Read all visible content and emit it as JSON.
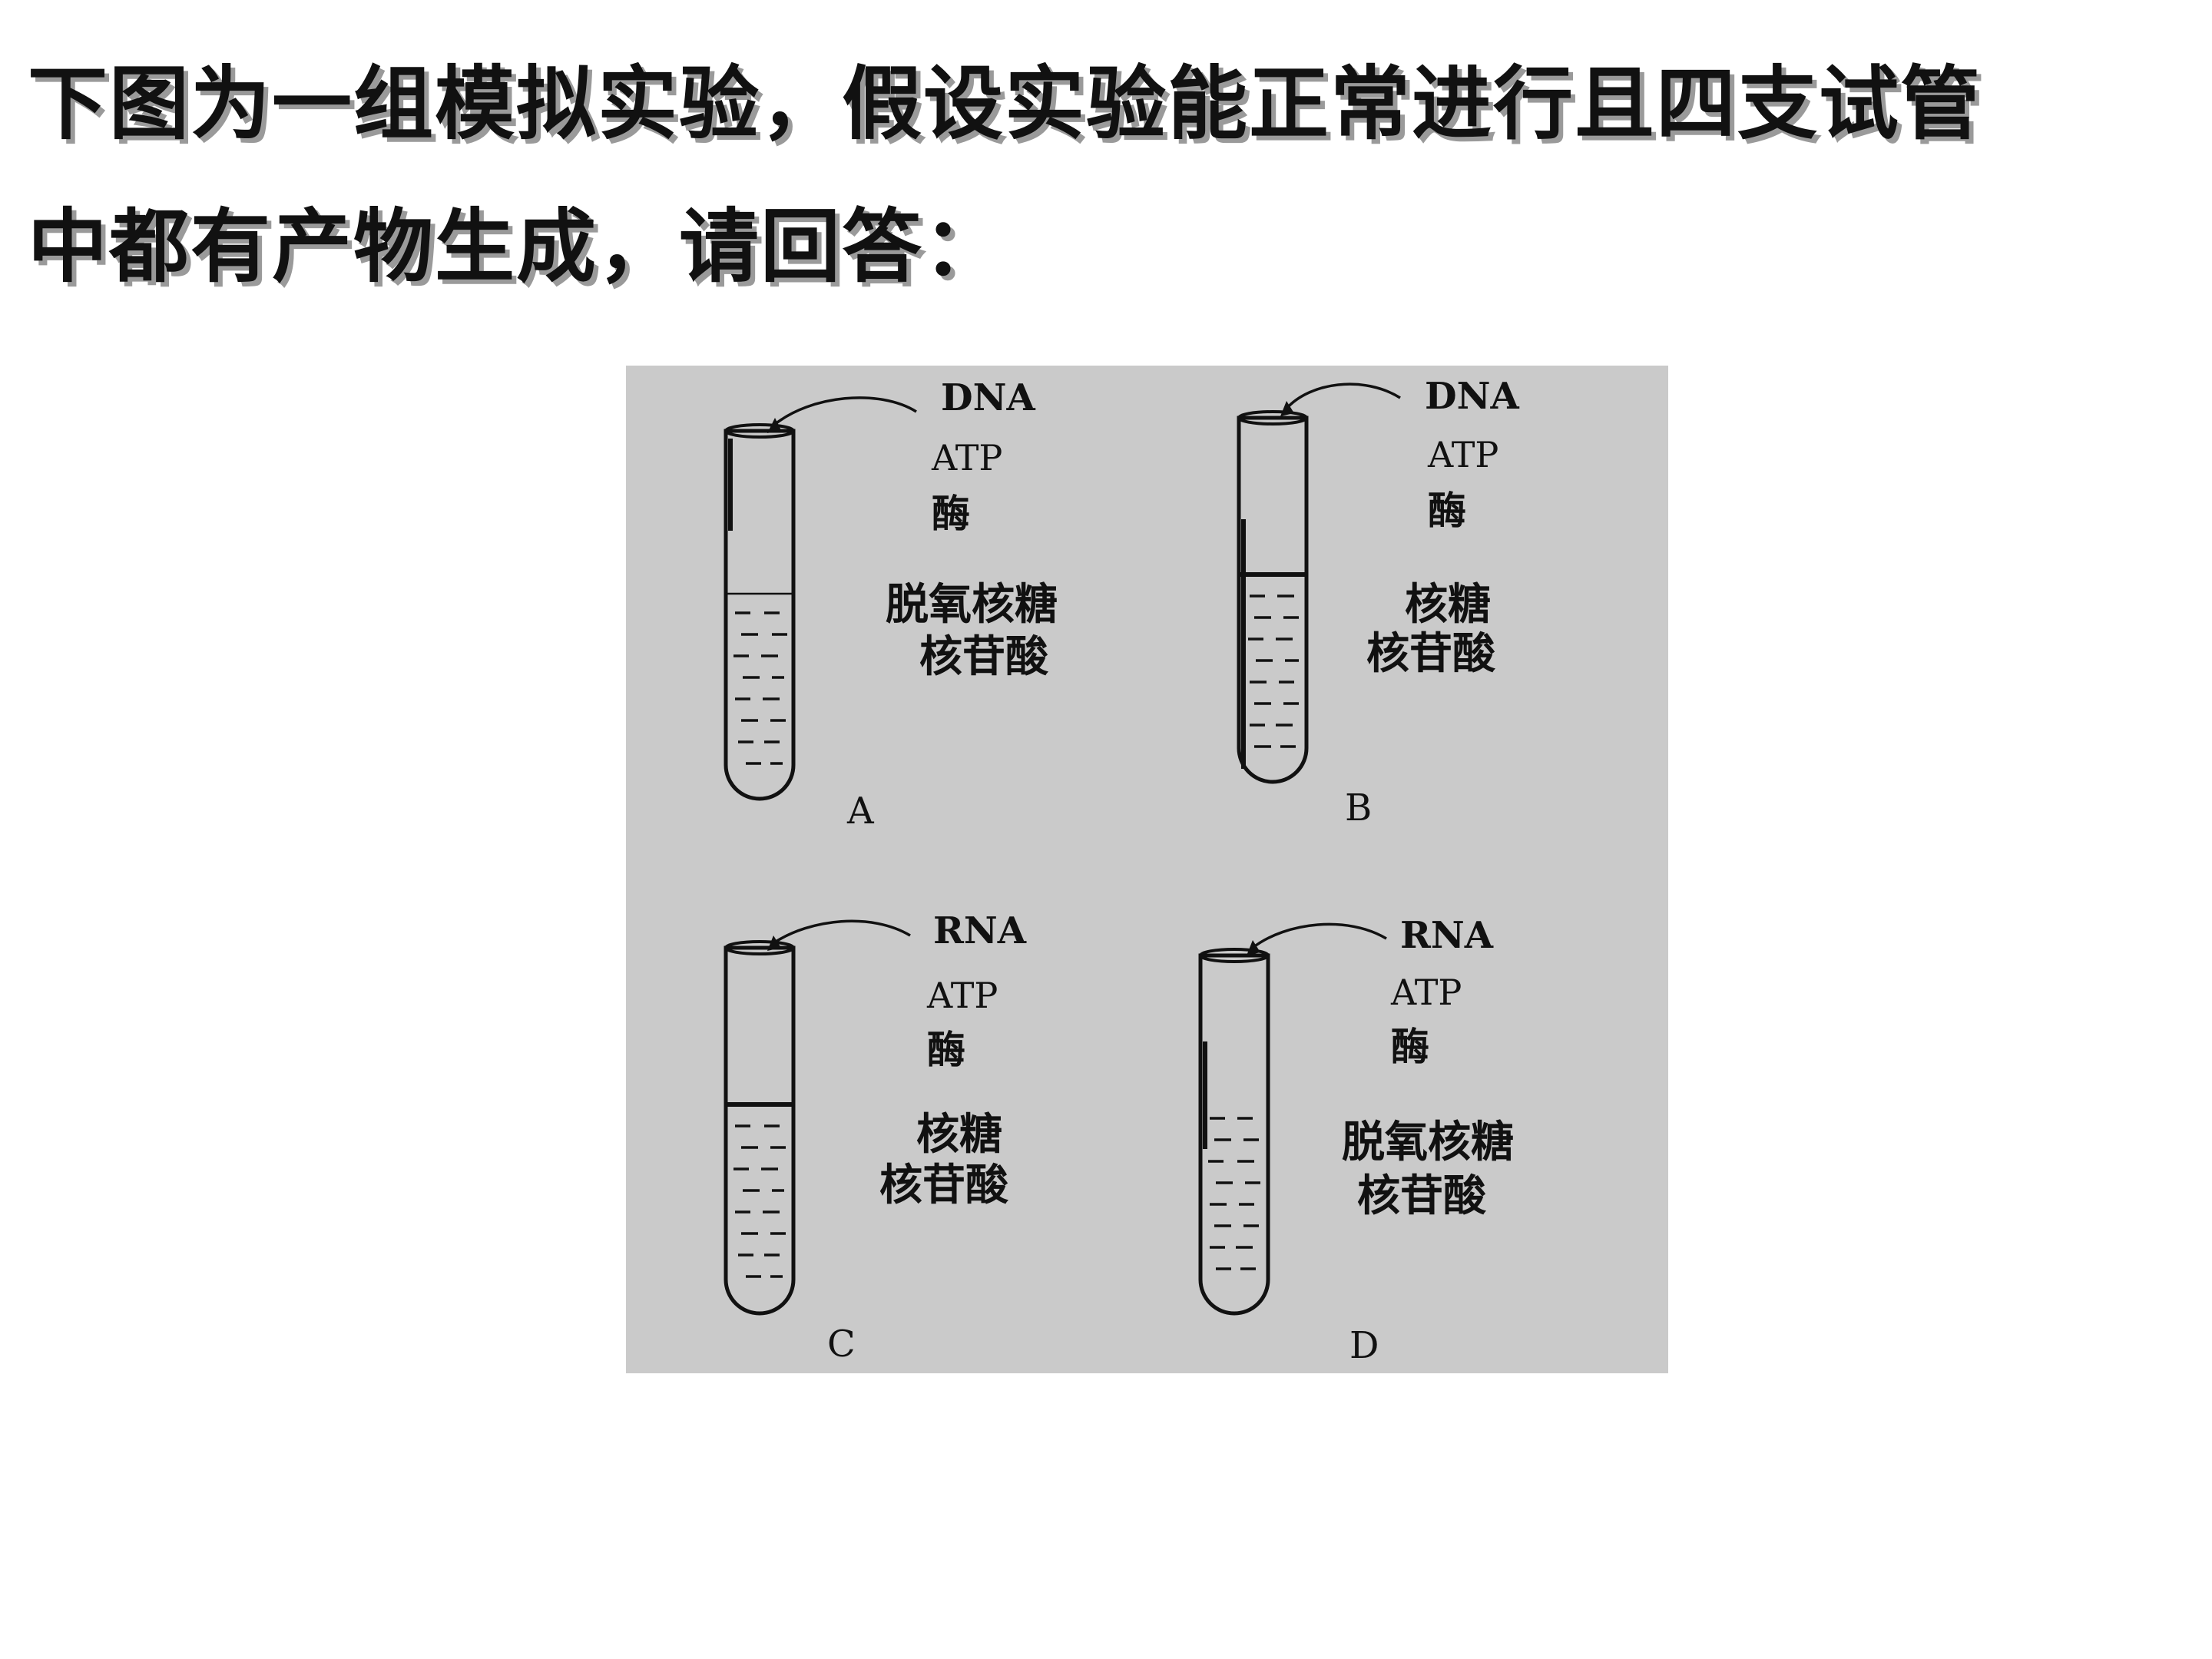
{
  "question": {
    "line1": "下图为一组模拟实验，假设实验能正常进行且四支试管",
    "line2": "中都有产物生成，请回答："
  },
  "tubes": [
    {
      "id": "A",
      "template": "DNA",
      "reagent1": "ATP",
      "reagent2": "酶",
      "sugar": "脱氧核糖",
      "nucleotide": "核苷酸",
      "label": "A"
    },
    {
      "id": "B",
      "template": "DNA",
      "reagent1": "ATP",
      "reagent2": "酶",
      "sugar": "核糖",
      "nucleotide": "核苷酸",
      "label": "B"
    },
    {
      "id": "C",
      "template": "RNA",
      "reagent1": "ATP",
      "reagent2": "酶",
      "sugar": "核糖",
      "nucleotide": "核苷酸",
      "label": "C"
    },
    {
      "id": "D",
      "template": "RNA",
      "reagent1": "ATP",
      "reagent2": "酶",
      "sugar": "脱氧核糖",
      "nucleotide": "核苷酸",
      "label": "D"
    }
  ],
  "colors": {
    "figure_background": "#cacaca",
    "text": "#111111"
  }
}
